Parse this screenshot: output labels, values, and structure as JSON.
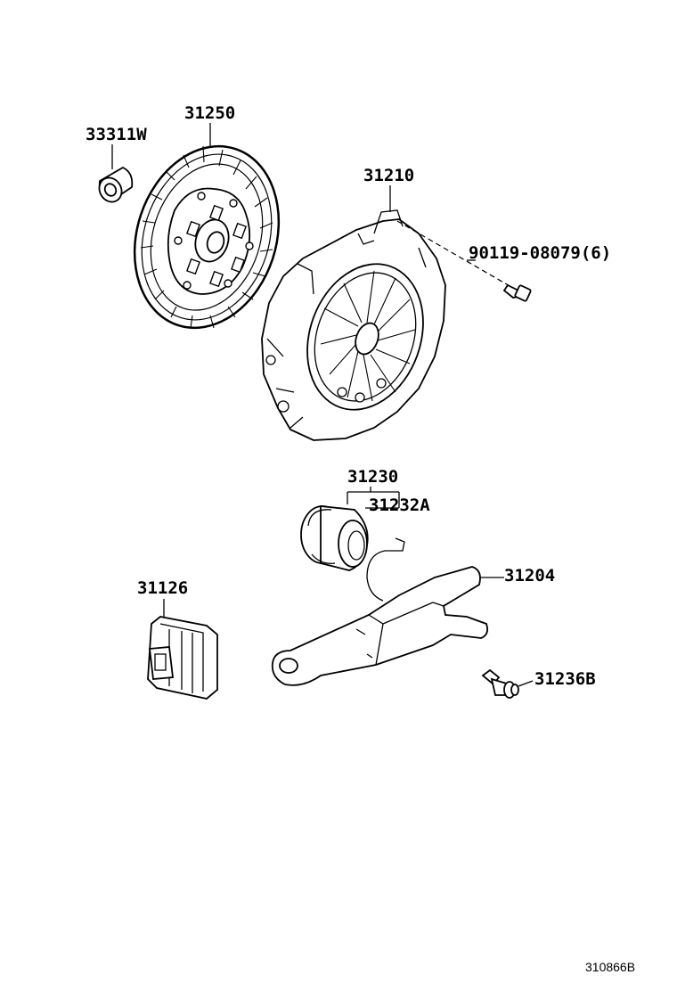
{
  "parts": [
    {
      "id": "bearing",
      "number": "33311W"
    },
    {
      "id": "clutch-disc",
      "number": "31250"
    },
    {
      "id": "pressure-plate",
      "number": "31210"
    },
    {
      "id": "bolt",
      "number": "90119-08079(6)"
    },
    {
      "id": "release-bearing",
      "number": "31230"
    },
    {
      "id": "clip",
      "number": "31232A"
    },
    {
      "id": "release-fork",
      "number": "31204"
    },
    {
      "id": "boot",
      "number": "31126"
    },
    {
      "id": "pivot-stud",
      "number": "31236B"
    }
  ],
  "diagram_ref": "310866B"
}
